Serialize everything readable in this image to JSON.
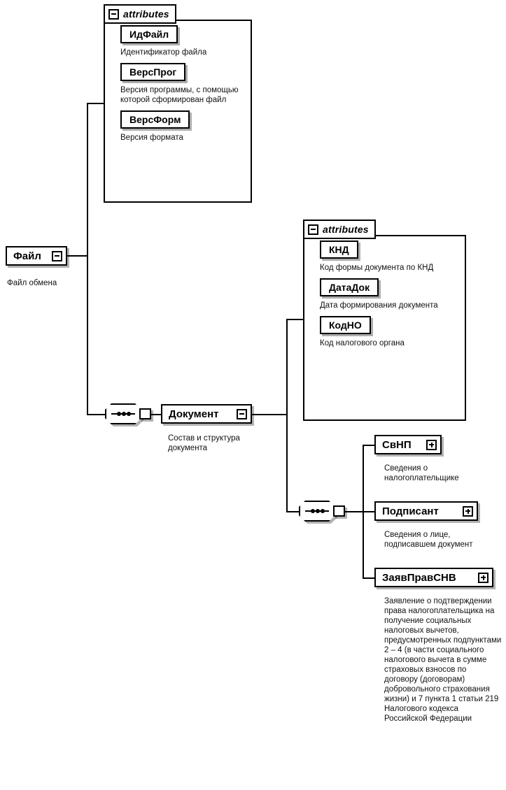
{
  "diagram": {
    "type": "xml-schema-tree",
    "root": {
      "name": "Файл",
      "caption": "Файл обмена",
      "expander": "minus-icon"
    },
    "attributes_group_1": {
      "label": "attributes",
      "expander": "minus-icon",
      "items": [
        {
          "name": "ИдФайл",
          "caption": "Идентификатор файла"
        },
        {
          "name": "ВерсПрог",
          "caption": "Версия программы, с помощью которой сформирован файл"
        },
        {
          "name": "ВерсФорм",
          "caption": "Версия формата"
        }
      ]
    },
    "sequence_1": {
      "name": "sequence-compositor",
      "symbol": "•••"
    },
    "document": {
      "name": "Документ",
      "caption": "Состав и структура документа",
      "expander": "minus-icon"
    },
    "attributes_group_2": {
      "label": "attributes",
      "expander": "minus-icon",
      "items": [
        {
          "name": "КНД",
          "caption": "Код формы документа по КНД"
        },
        {
          "name": "ДатаДок",
          "caption": "Дата формирования документа"
        },
        {
          "name": "КодНО",
          "caption": "Код налогового органа"
        }
      ]
    },
    "sequence_2": {
      "name": "sequence-compositor",
      "symbol": "•••"
    },
    "children": [
      {
        "name": "СвНП",
        "caption": "Сведения о налогоплательщике",
        "expander": "plus-icon"
      },
      {
        "name": "Подписант",
        "caption": "Сведения о лице, подписавшем документ",
        "expander": "plus-icon"
      },
      {
        "name": "ЗаявПравСНВ",
        "caption": "Заявление о подтверждении права налогоплательщика на получение социальных налоговых вычетов, предусмотренных подпунктами 2 – 4 (в части социального налогового вычета в сумме страховых взносов по договору (договорам) добровольного страхования жизни) и 7 пункта 1 статьи 219 Налогового кодекса Российской Федерации",
        "expander": "plus-icon"
      }
    ]
  }
}
